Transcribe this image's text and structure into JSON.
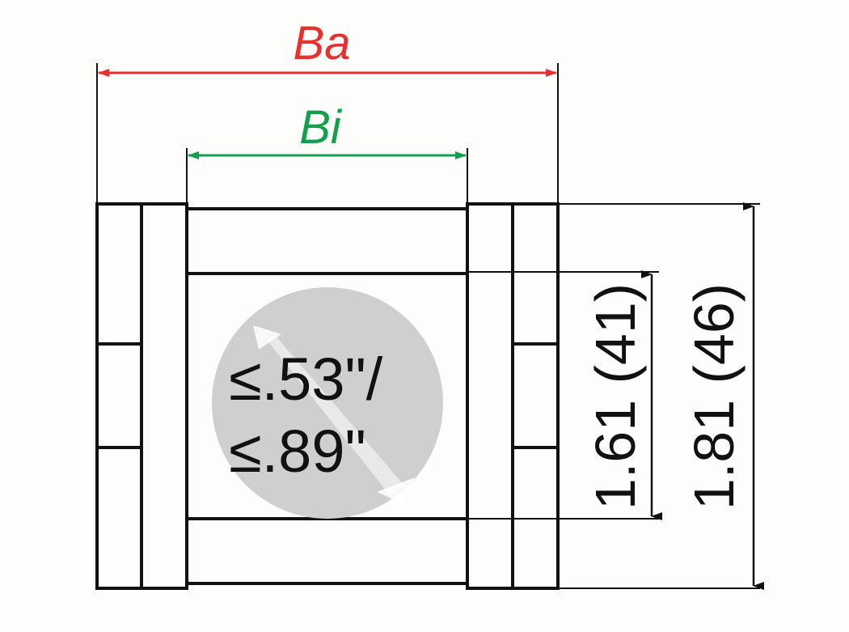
{
  "labels": {
    "outer_width": "Ba",
    "inner_width": "Bi",
    "inner_height": "1.61 (41)",
    "outer_height": "1.81 (46)",
    "cable_line_1": "≤.53\"/",
    "cable_line_2": "≤.89\""
  },
  "colors": {
    "outer_width": "#e8312f",
    "inner_width": "#13a04a",
    "outline": "#111111",
    "cable_circle": "#cfcfcf"
  },
  "icons": {
    "cable_diameter": "arrow-in-circle-icon"
  }
}
